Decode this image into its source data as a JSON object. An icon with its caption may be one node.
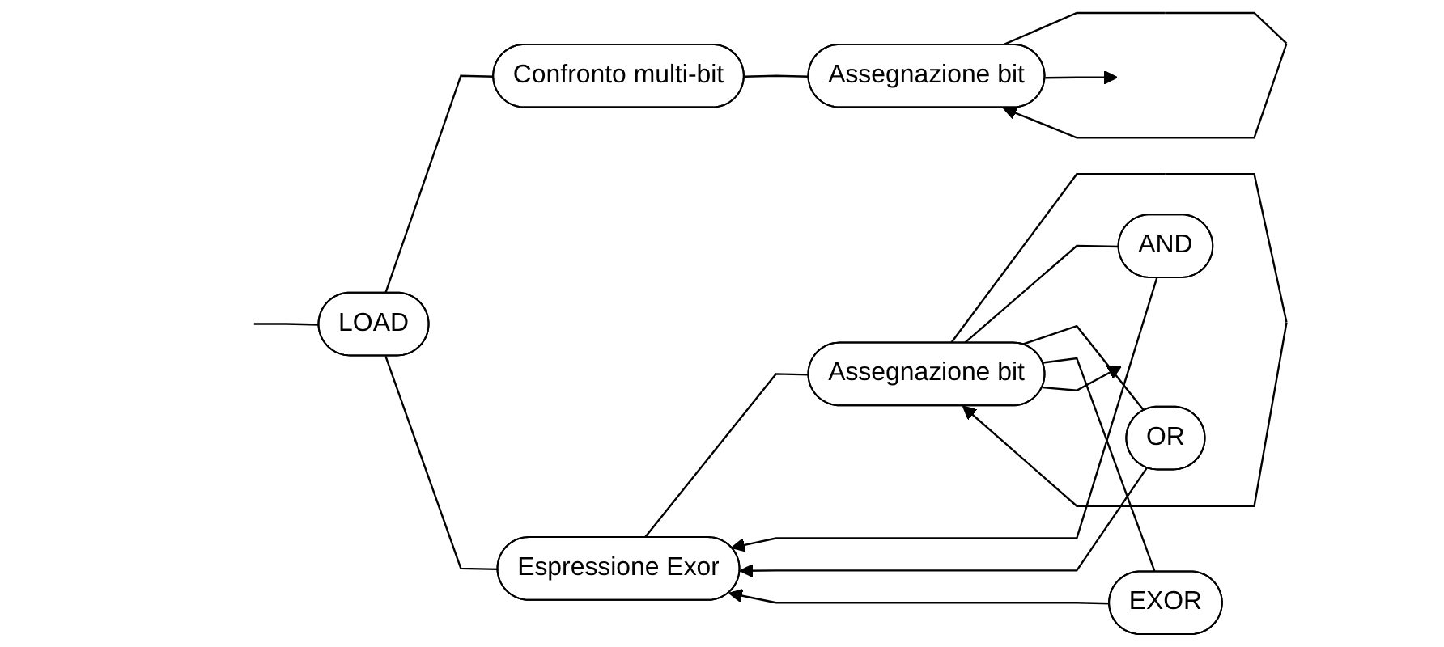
{
  "diagram": {
    "nodes": [
      {
        "text": [
          "LOAD"
        ]
      },
      {
        "text": [
          "Confronto multi-bit"
        ]
      },
      {
        "text": [
          "Assegnazione bit"
        ]
      },
      {
        "text": [
          "Espressione Exor"
        ]
      },
      {
        "text": [
          "Assegnazione bit"
        ]
      },
      {
        "text": [
          "AND"
        ]
      },
      {
        "text": [
          "OR"
        ]
      },
      {
        "text": [
          "EXOR"
        ]
      }
    ],
    "edges": [
      {
        "from": null,
        "to": 0,
        "arrow": "none"
      },
      {
        "from": 0,
        "to": 1,
        "arrow": "none"
      },
      {
        "from": 0,
        "to": 3,
        "arrow": "none"
      },
      {
        "from": 1,
        "to": 2,
        "arrow": "none"
      },
      {
        "from": 2,
        "to": 2,
        "arrow": "to"
      },
      {
        "from": 3,
        "to": 4,
        "arrow": "none"
      },
      {
        "from": 4,
        "to": 4,
        "arrow": "to"
      },
      {
        "from": 4,
        "to": 5,
        "arrow": "none"
      },
      {
        "from": 5,
        "to": 3,
        "arrow": "to"
      },
      {
        "from": 4,
        "to": 6,
        "arrow": "none"
      },
      {
        "from": 6,
        "to": 3,
        "arrow": "to"
      },
      {
        "from": 4,
        "to": 7,
        "arrow": "none"
      },
      {
        "from": 7,
        "to": 3,
        "arrow": "to"
      },
      {
        "from": 2,
        "to": null,
        "arrow": "to"
      },
      {
        "from": 4,
        "to": null,
        "arrow": "to"
      }
    ]
  }
}
